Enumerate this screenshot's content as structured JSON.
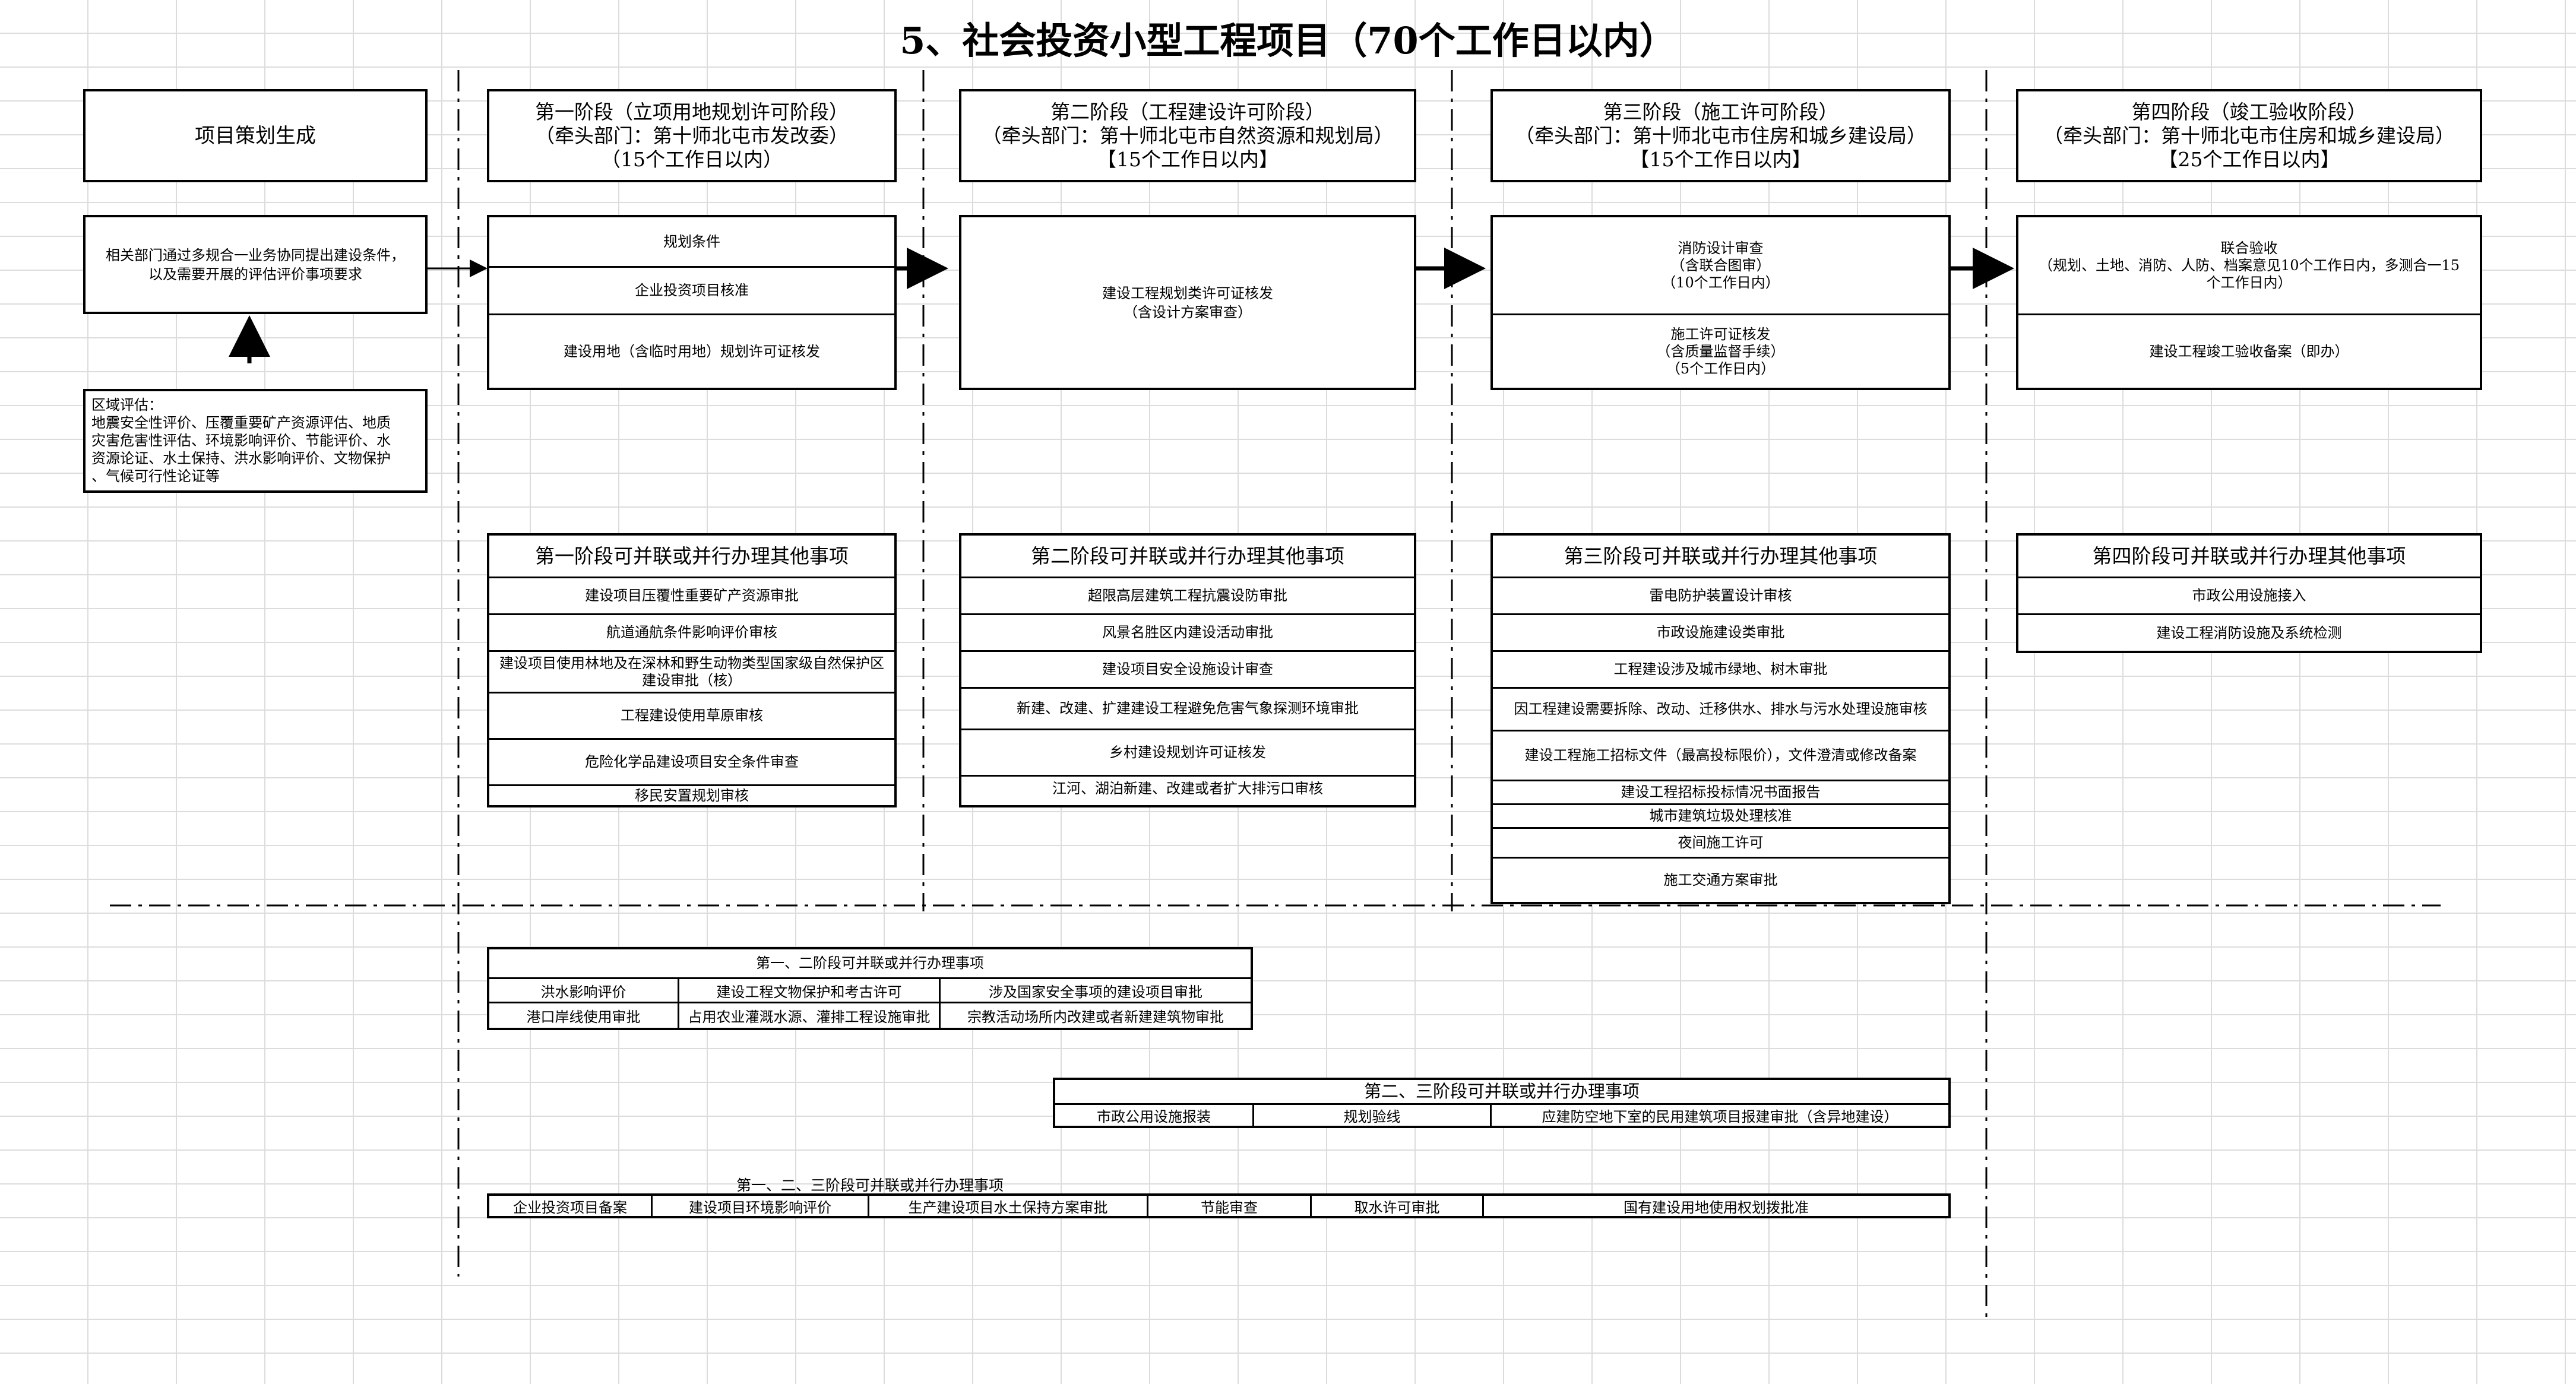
{
  "title": "5、社会投资小型工程项目（70个工作日以内）",
  "top_row": {
    "project": "项目策划生成",
    "stage1": [
      "第一阶段（立项用地规划许可阶段）",
      "（牵头部门：第十师北屯市发改委）",
      "（15个工作日以内）"
    ],
    "stage2": [
      "第二阶段（工程建设许可阶段）",
      "（牵头部门：第十师北屯市自然资源和规划局）",
      "【15个工作日以内】"
    ],
    "stage3": [
      "第三阶段（施工许可阶段）",
      "（牵头部门：第十师北屯市住房和城乡建设局）",
      "【15个工作日以内】"
    ],
    "stage4": [
      "第四阶段（竣工验收阶段）",
      "（牵头部门：第十师北屯市住房和城乡建设局）",
      "【25个工作日以内】"
    ]
  },
  "process": {
    "project_box": [
      "相关部门通过多规合一业务协同提出建设条件，",
      "以及需要开展的评估评价事项要求"
    ],
    "regional_eval": [
      "区域评估：",
      "地震安全性评价、压覆重要矿产资源评估、地质",
      "灾害危害性评估、环境影响评价、节能评价、水",
      "资源论证、水土保持、洪水影响评价、文物保护",
      "、气候可行性论证等"
    ],
    "stage1": [
      "规划条件",
      "企业投资项目核准",
      "建设用地（含临时用地）规划许可证核发"
    ],
    "stage2": [
      "建设工程规划类许可证核发",
      "（含设计方案审查）"
    ],
    "stage3_a": [
      "消防设计审查",
      "（含联合图审）",
      "（10个工作日内）"
    ],
    "stage3_b": [
      "施工许可证核发",
      "（含质量监督手续）",
      "（5个工作日内）"
    ],
    "stage4_a": [
      "联合验收",
      "（规划、土地、消防、人防、档案意见10个工作日内，多测合一15",
      "个工作日内）"
    ],
    "stage4_b": "建设工程竣工验收备案（即办）"
  },
  "parallel": {
    "stage1": {
      "header": "第一阶段可并联或并行办理其他事项",
      "items": [
        "建设项目压覆性重要矿产资源审批",
        "航道通航条件影响评价审核",
        "建设项目使用林地及在深林和野生动物类型国家级自然保护区建设审批（核）",
        "工程建设使用草原审核",
        "危险化学品建设项目安全条件审查",
        "移民安置规划审核"
      ]
    },
    "stage2": {
      "header": "第二阶段可并联或并行办理其他事项",
      "items": [
        "超限高层建筑工程抗震设防审批",
        "风景名胜区内建设活动审批",
        "建设项目安全设施设计审查",
        "新建、改建、扩建建设工程避免危害气象探测环境审批",
        "乡村建设规划许可证核发",
        "江河、湖泊新建、改建或者扩大排污口审核"
      ]
    },
    "stage3": {
      "header": "第三阶段可并联或并行办理其他事项",
      "items": [
        "雷电防护装置设计审核",
        "市政设施建设类审批",
        "工程建设涉及城市绿地、树木审批",
        "因工程建设需要拆除、改动、迁移供水、排水与污水处理设施审核",
        "建设工程施工招标文件（最高投标限价），文件澄清或修改备案",
        "建设工程招标投标情况书面报告",
        "城市建筑垃圾处理核准",
        "夜间施工许可",
        "施工交通方案审批"
      ]
    },
    "stage4": {
      "header": "第四阶段可并联或并行办理其他事项",
      "items": [
        "市政公用设施接入",
        "建设工程消防设施及系统检测"
      ]
    }
  },
  "combined": {
    "s12": {
      "header": "第一、二阶段可并联或并行办理事项",
      "rows": [
        [
          "洪水影响评价",
          "建设工程文物保护和考古许可",
          "涉及国家安全事项的建设项目审批"
        ],
        [
          "港口岸线使用审批",
          "占用农业灌溉水源、灌排工程设施审批",
          "宗教活动场所内改建或者新建建筑物审批"
        ]
      ]
    },
    "s23": {
      "header": "第二、三阶段可并联或并行办理事项",
      "cells": [
        "市政公用设施报装",
        "规划验线",
        "应建防空地下室的民用建筑项目报建审批（含异地建设）"
      ]
    },
    "s123": {
      "header": "第一、二、三阶段可并联或并行办理事项",
      "cells": [
        "企业投资项目备案",
        "建设项目环境影响评价",
        "生产建设项目水土保持方案审批",
        "节能审查",
        "取水许可审批",
        "国有建设用地使用权划拨批准"
      ]
    }
  }
}
